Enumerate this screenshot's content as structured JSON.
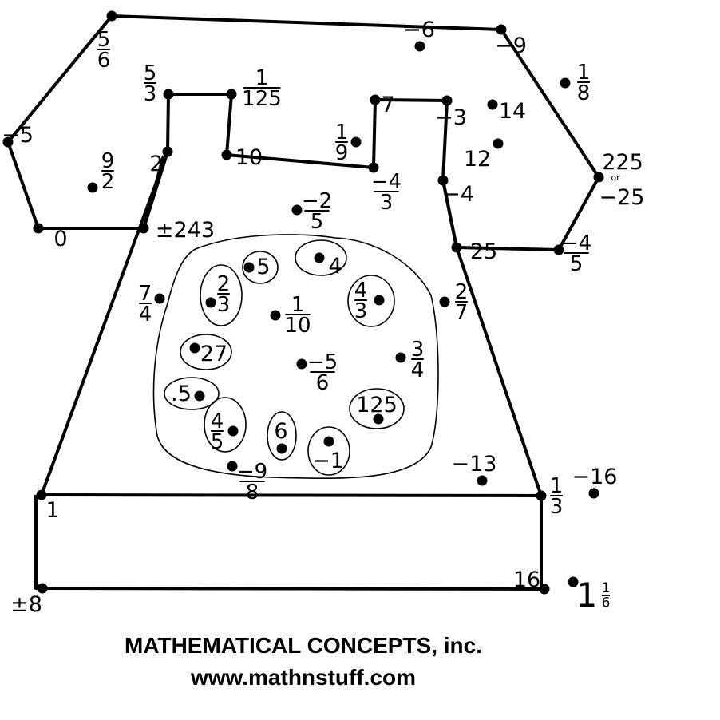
{
  "puzzle": {
    "labels": [
      {
        "num": "5",
        "den": "6"
      },
      {
        "t": "−6"
      },
      {
        "t": "−9"
      },
      {
        "num": "1",
        "den": "8"
      },
      {
        "t": "−5"
      },
      {
        "num": "5",
        "den": "3"
      },
      {
        "num": "1",
        "den": "125"
      },
      {
        "t": "7"
      },
      {
        "t": "−3"
      },
      {
        "t": "14"
      },
      {
        "t": "12"
      },
      {
        "num": "1",
        "den": "9"
      },
      {
        "t": "10"
      },
      {
        "t": "2"
      },
      {
        "num": "9",
        "den": "2"
      },
      {
        "num": "−4",
        "den": "3"
      },
      {
        "t": "−4"
      },
      {
        "t": "225"
      },
      {
        "t": "or"
      },
      {
        "t": "−25"
      },
      {
        "num": "−2",
        "den": "5"
      },
      {
        "t": "0"
      },
      {
        "t": "±243"
      },
      {
        "t": "25"
      },
      {
        "num": "−4",
        "den": "5"
      },
      {
        "t": "5"
      },
      {
        "t": "4"
      },
      {
        "num": "2",
        "den": "3"
      },
      {
        "num": "4",
        "den": "3"
      },
      {
        "num": "1",
        "den": "10"
      },
      {
        "num": "7",
        "den": "4"
      },
      {
        "num": "2",
        "den": "7"
      },
      {
        "t": "27"
      },
      {
        "num": "−5",
        "den": "6"
      },
      {
        "num": "3",
        "den": "4"
      },
      {
        "t": ".5"
      },
      {
        "t": "125"
      },
      {
        "num": "4",
        "den": "5"
      },
      {
        "t": "6"
      },
      {
        "t": "−1"
      },
      {
        "num": "−9",
        "den": "8"
      },
      {
        "t": "−13"
      },
      {
        "t": "1"
      },
      {
        "num": "1",
        "den": "3"
      },
      {
        "t": "−16"
      },
      {
        "t": "±8"
      },
      {
        "t": "16"
      },
      {
        "t": "1"
      },
      {
        "num": "1",
        "den": "6"
      }
    ]
  },
  "footer": {
    "company": "MATHEMATICAL CONCEPTS, inc.",
    "website": "www.mathnstuff.com"
  }
}
